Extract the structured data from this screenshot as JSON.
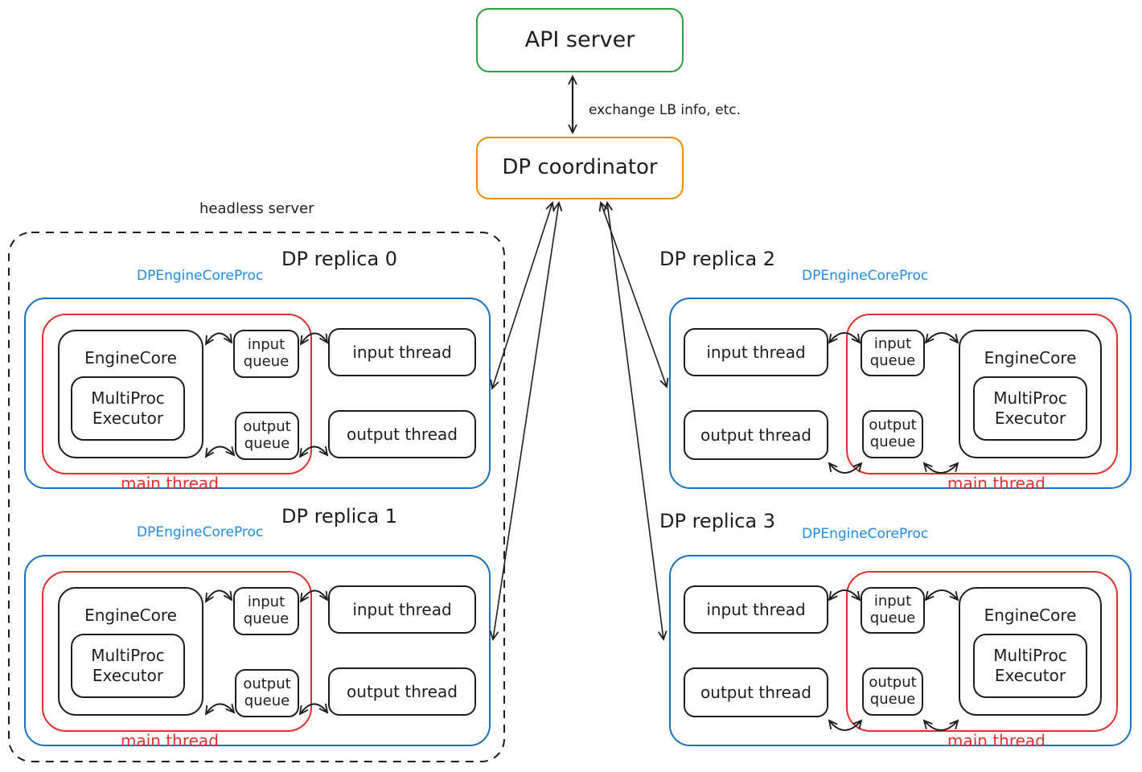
{
  "diagram": {
    "api_server": {
      "label": "API server",
      "border_color": "#2f9e44"
    },
    "coordinator": {
      "label": "DP coordinator",
      "border_color": "#f08c00"
    },
    "link": {
      "label": "exchange LB info, etc."
    },
    "headless_server": {
      "label": "headless server"
    },
    "colors": {
      "api_server_green": "#2f9e44",
      "coordinator_orange": "#f08c00",
      "engine_proc_border_blue": "#1971c2",
      "engine_proc_label_blue": "#228be6",
      "main_thread_red": "#e03131",
      "ink_black": "#1e1e1e"
    },
    "replicas": [
      {
        "title": "DP replica 0",
        "proc_label": "DPEngineCoreProc",
        "engine_core_label": "EngineCore",
        "executor_label": "MultiProc Executor",
        "input_queue_label": "input queue",
        "output_queue_label": "output queue",
        "input_thread_label": "input thread",
        "output_thread_label": "output thread",
        "main_thread_label": "main thread"
      },
      {
        "title": "DP replica 1",
        "proc_label": "DPEngineCoreProc",
        "engine_core_label": "EngineCore",
        "executor_label": "MultiProc Executor",
        "input_queue_label": "input queue",
        "output_queue_label": "output queue",
        "input_thread_label": "input thread",
        "output_thread_label": "output thread",
        "main_thread_label": "main thread"
      },
      {
        "title": "DP replica 2",
        "proc_label": "DPEngineCoreProc",
        "engine_core_label": "EngineCore",
        "executor_label": "MultiProc Executor",
        "input_queue_label": "input queue",
        "output_queue_label": "output queue",
        "input_thread_label": "input thread",
        "output_thread_label": "output thread",
        "main_thread_label": "main thread"
      },
      {
        "title": "DP replica 3",
        "proc_label": "DPEngineCoreProc",
        "engine_core_label": "EngineCore",
        "executor_label": "MultiProc Executor",
        "input_queue_label": "input queue",
        "output_queue_label": "output queue",
        "input_thread_label": "input thread",
        "output_thread_label": "output thread",
        "main_thread_label": "main thread"
      }
    ]
  }
}
